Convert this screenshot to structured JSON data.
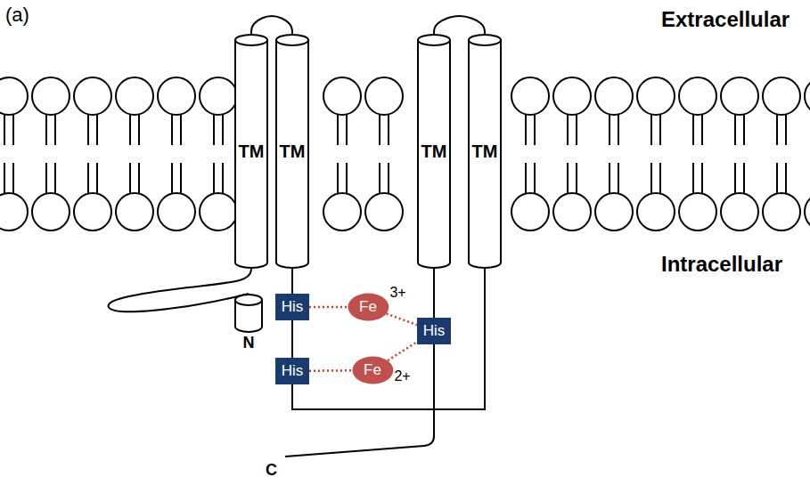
{
  "diagram": {
    "nodes": [
      {
        "text": [
          "TM"
        ]
      },
      {
        "text": [
          "TM"
        ]
      },
      {
        "text": [
          "TM"
        ]
      },
      {
        "text": [
          "TM"
        ]
      },
      {
        "text": [
          "His"
        ]
      },
      {
        "text": [
          "Fe",
          "3+"
        ]
      },
      {
        "text": [
          "His"
        ]
      },
      {
        "text": [
          "His"
        ]
      },
      {
        "text": [
          "Fe",
          "2+"
        ]
      },
      {
        "text": [
          "N"
        ]
      }
    ],
    "edges": [
      {
        "from": 0,
        "to": 1,
        "arrow": "none"
      },
      {
        "from": 2,
        "to": 3,
        "arrow": "none"
      },
      {
        "from": 0,
        "to": 9,
        "arrow": "none"
      },
      {
        "from": 1,
        "to": 4,
        "arrow": "none"
      },
      {
        "from": 4,
        "to": 7,
        "arrow": "none"
      },
      {
        "from": 7,
        "to": 3,
        "arrow": "none"
      },
      {
        "from": 2,
        "to": 6,
        "arrow": "none"
      },
      {
        "from": 4,
        "to": 5,
        "arrow": "none"
      },
      {
        "from": 5,
        "to": 6,
        "arrow": "none"
      },
      {
        "from": 7,
        "to": 8,
        "arrow": "none"
      },
      {
        "from": 8,
        "to": 6,
        "arrow": "none"
      }
    ],
    "labels": [
      "(a)",
      "Extracellular",
      "Intracellular",
      "C"
    ]
  }
}
